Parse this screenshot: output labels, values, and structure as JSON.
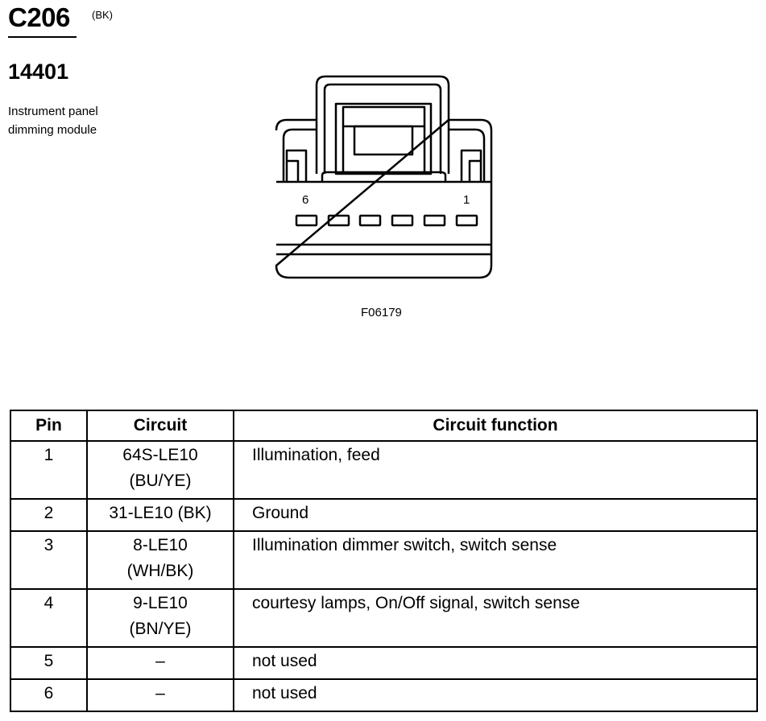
{
  "connector": {
    "id": "C206",
    "color": "(BK)",
    "part_number": "14401",
    "description_lines": [
      "Instrument panel",
      "dimming module"
    ]
  },
  "drawing": {
    "pin_label_left": "6",
    "pin_label_right": "1",
    "figure_id": "F06179"
  },
  "table": {
    "headers": [
      "Pin",
      "Circuit",
      "Circuit function"
    ],
    "rows": [
      {
        "pin": "1",
        "circuit": [
          "64S-LE10",
          "(BU/YE)"
        ],
        "function": "Illumination, feed"
      },
      {
        "pin": "2",
        "circuit": [
          "31-LE10 (BK)"
        ],
        "function": "Ground"
      },
      {
        "pin": "3",
        "circuit": [
          "8-LE10",
          "(WH/BK)"
        ],
        "function": "Illumination dimmer switch, switch sense"
      },
      {
        "pin": "4",
        "circuit": [
          "9-LE10",
          "(BN/YE)"
        ],
        "function": "courtesy lamps, On/Off signal, switch sense"
      },
      {
        "pin": "5",
        "circuit": [
          "–"
        ],
        "function": "not used"
      },
      {
        "pin": "6",
        "circuit": [
          "–"
        ],
        "function": "not used"
      }
    ]
  }
}
